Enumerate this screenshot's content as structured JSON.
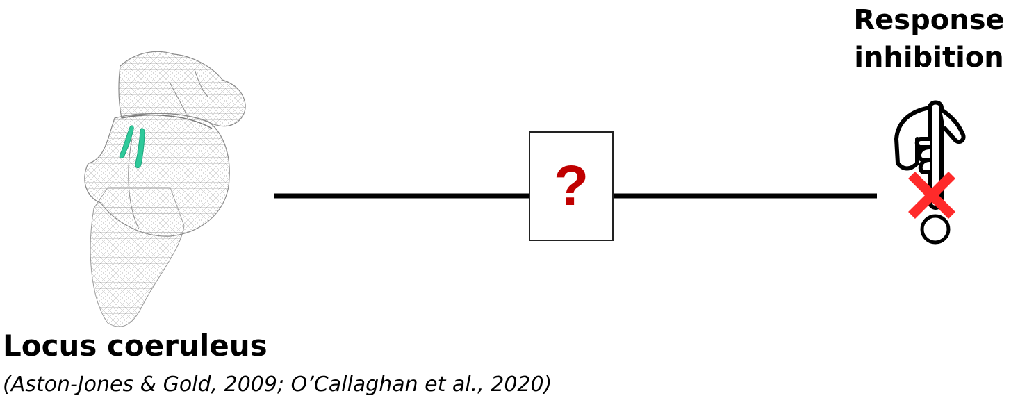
{
  "diagram": {
    "source_node": {
      "label": "Locus coeruleus",
      "citation": "(Aston-Jones & Gold, 2009; O’Callaghan et al., 2020)",
      "icon": "brainstem-mesh-icon",
      "highlight_color": "#2ec99a"
    },
    "mediator_node": {
      "symbol": "?",
      "color": "#c00000"
    },
    "target_node": {
      "label_line1": "Response",
      "label_line2": "inhibition",
      "icon": "pointing-hand-icon",
      "cross_icon": "red-x-icon",
      "cross_color": "#ff2a2a"
    },
    "edge_color": "#000000"
  }
}
